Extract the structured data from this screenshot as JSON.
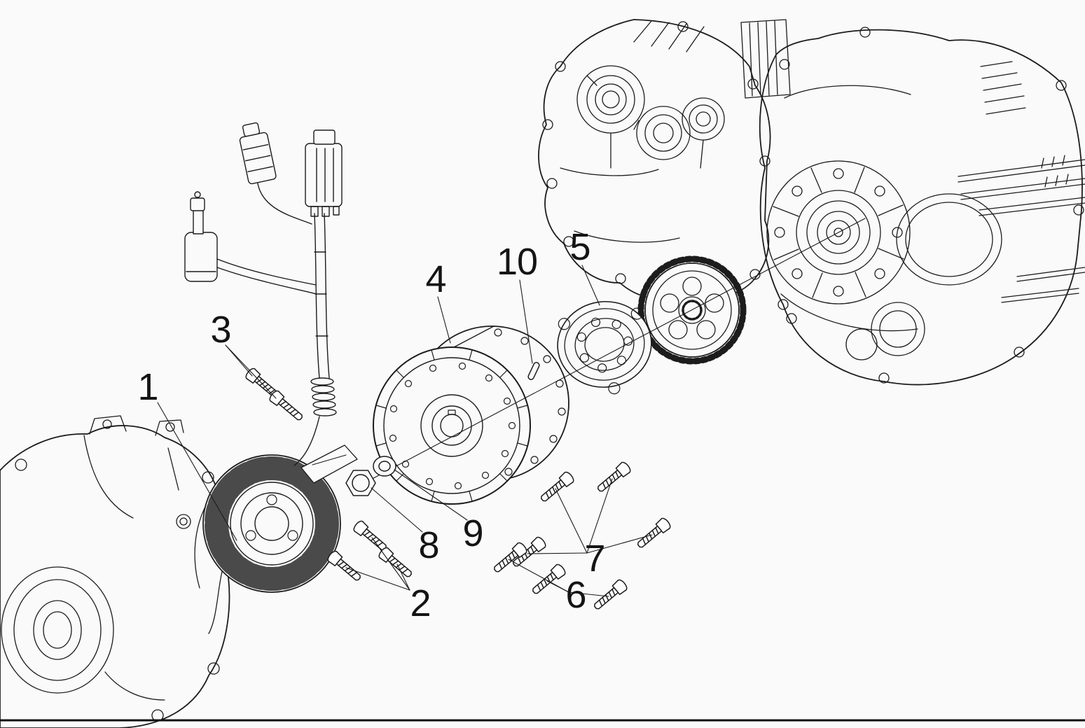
{
  "colors": {
    "background": "#fafafa",
    "ink": "#1c1c1c"
  },
  "diagram": {
    "type": "exploded-parts-diagram",
    "callouts": [
      {
        "label": "1"
      },
      {
        "label": "2"
      },
      {
        "label": "3"
      },
      {
        "label": "4"
      },
      {
        "label": "5"
      },
      {
        "label": "6"
      },
      {
        "label": "7"
      },
      {
        "label": "8"
      },
      {
        "label": "9"
      },
      {
        "label": "10"
      }
    ]
  }
}
